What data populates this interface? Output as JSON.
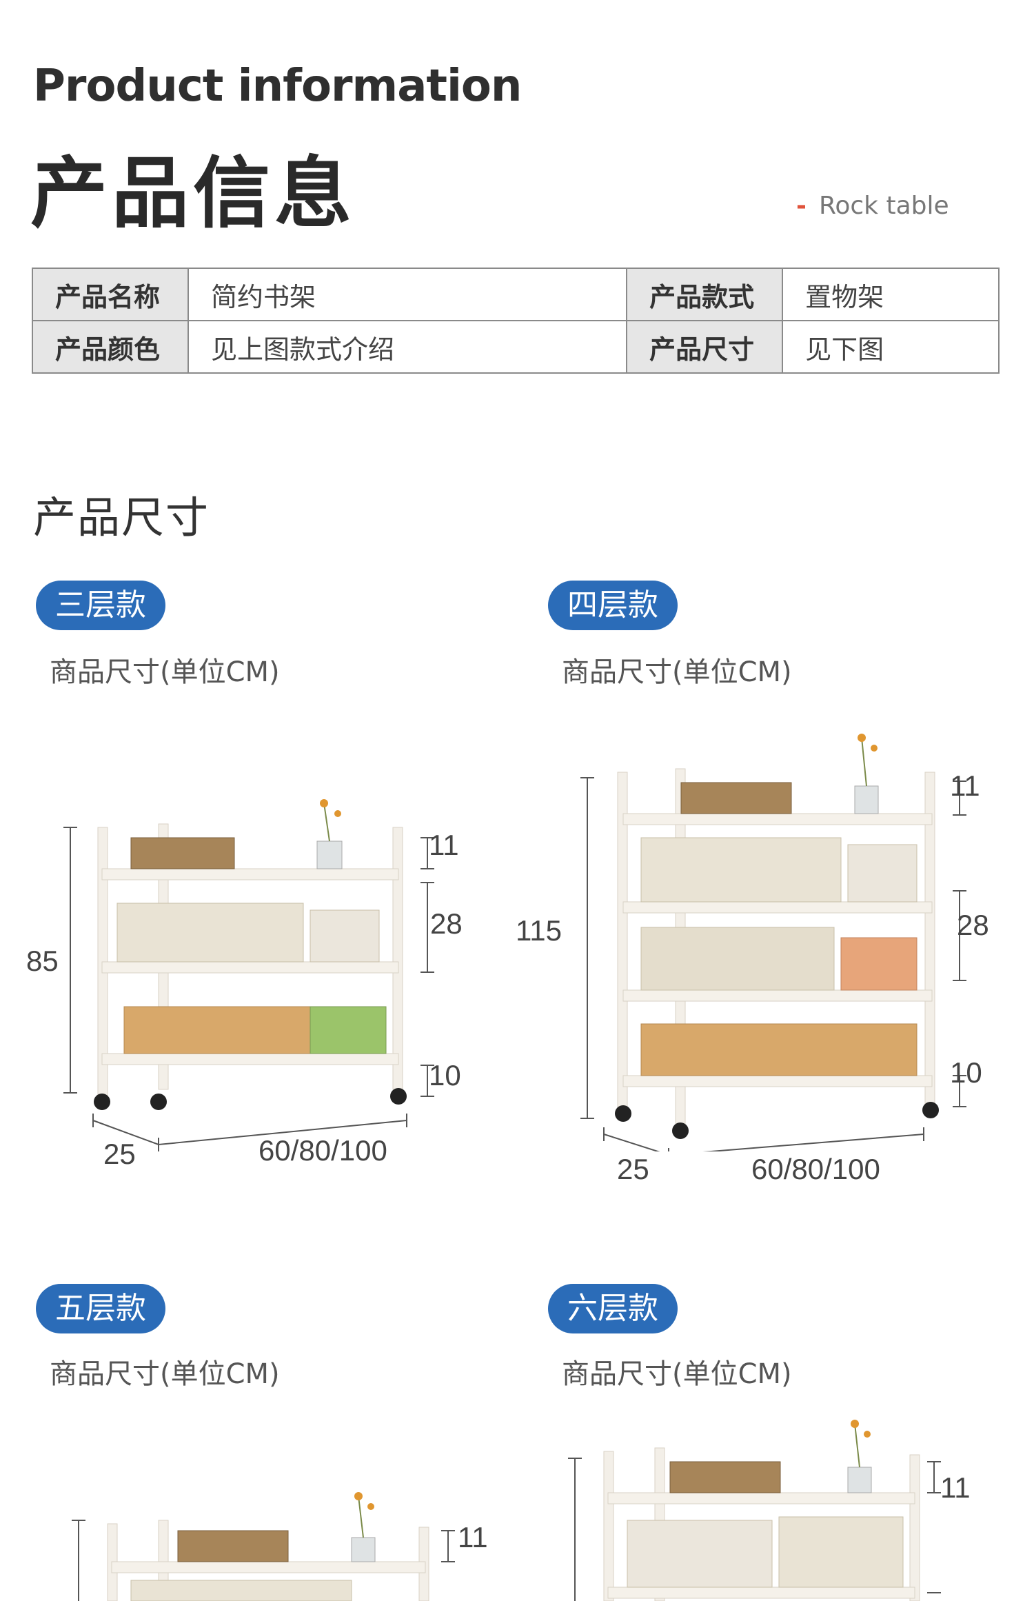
{
  "header": {
    "en_title": "Product information",
    "cn_title": "产品信息",
    "tag": "Rock table",
    "tag_dash": "-"
  },
  "info_table": {
    "rows": [
      {
        "k1": "产品名称",
        "v1": "简约书架",
        "k2": "产品款式",
        "v2": "置物架"
      },
      {
        "k1": "产品颜色",
        "v1": "见上图款式介绍",
        "k2": "产品尺寸",
        "v2": "见下图"
      }
    ]
  },
  "size_section": {
    "title": "产品尺寸"
  },
  "variants": [
    {
      "label": "三层款",
      "unit": "商品尺寸(单位CM)",
      "height": "85",
      "top": "11",
      "mid": "28",
      "bottom": "10",
      "depth": "25",
      "width": "60/80/100"
    },
    {
      "label": "四层款",
      "unit": "商品尺寸(单位CM)",
      "height": "115",
      "top": "11",
      "mid": "28",
      "bottom": "10",
      "depth": "25",
      "width": "60/80/100"
    },
    {
      "label": "五层款",
      "unit": "商品尺寸(单位CM)",
      "top": "11"
    },
    {
      "label": "六层款",
      "unit": "商品尺寸(单位CM)",
      "top": "11"
    }
  ],
  "colors": {
    "accent": "#2b6cb8",
    "shelf": "#f3efe8",
    "tag_dash": "#e0533b"
  }
}
